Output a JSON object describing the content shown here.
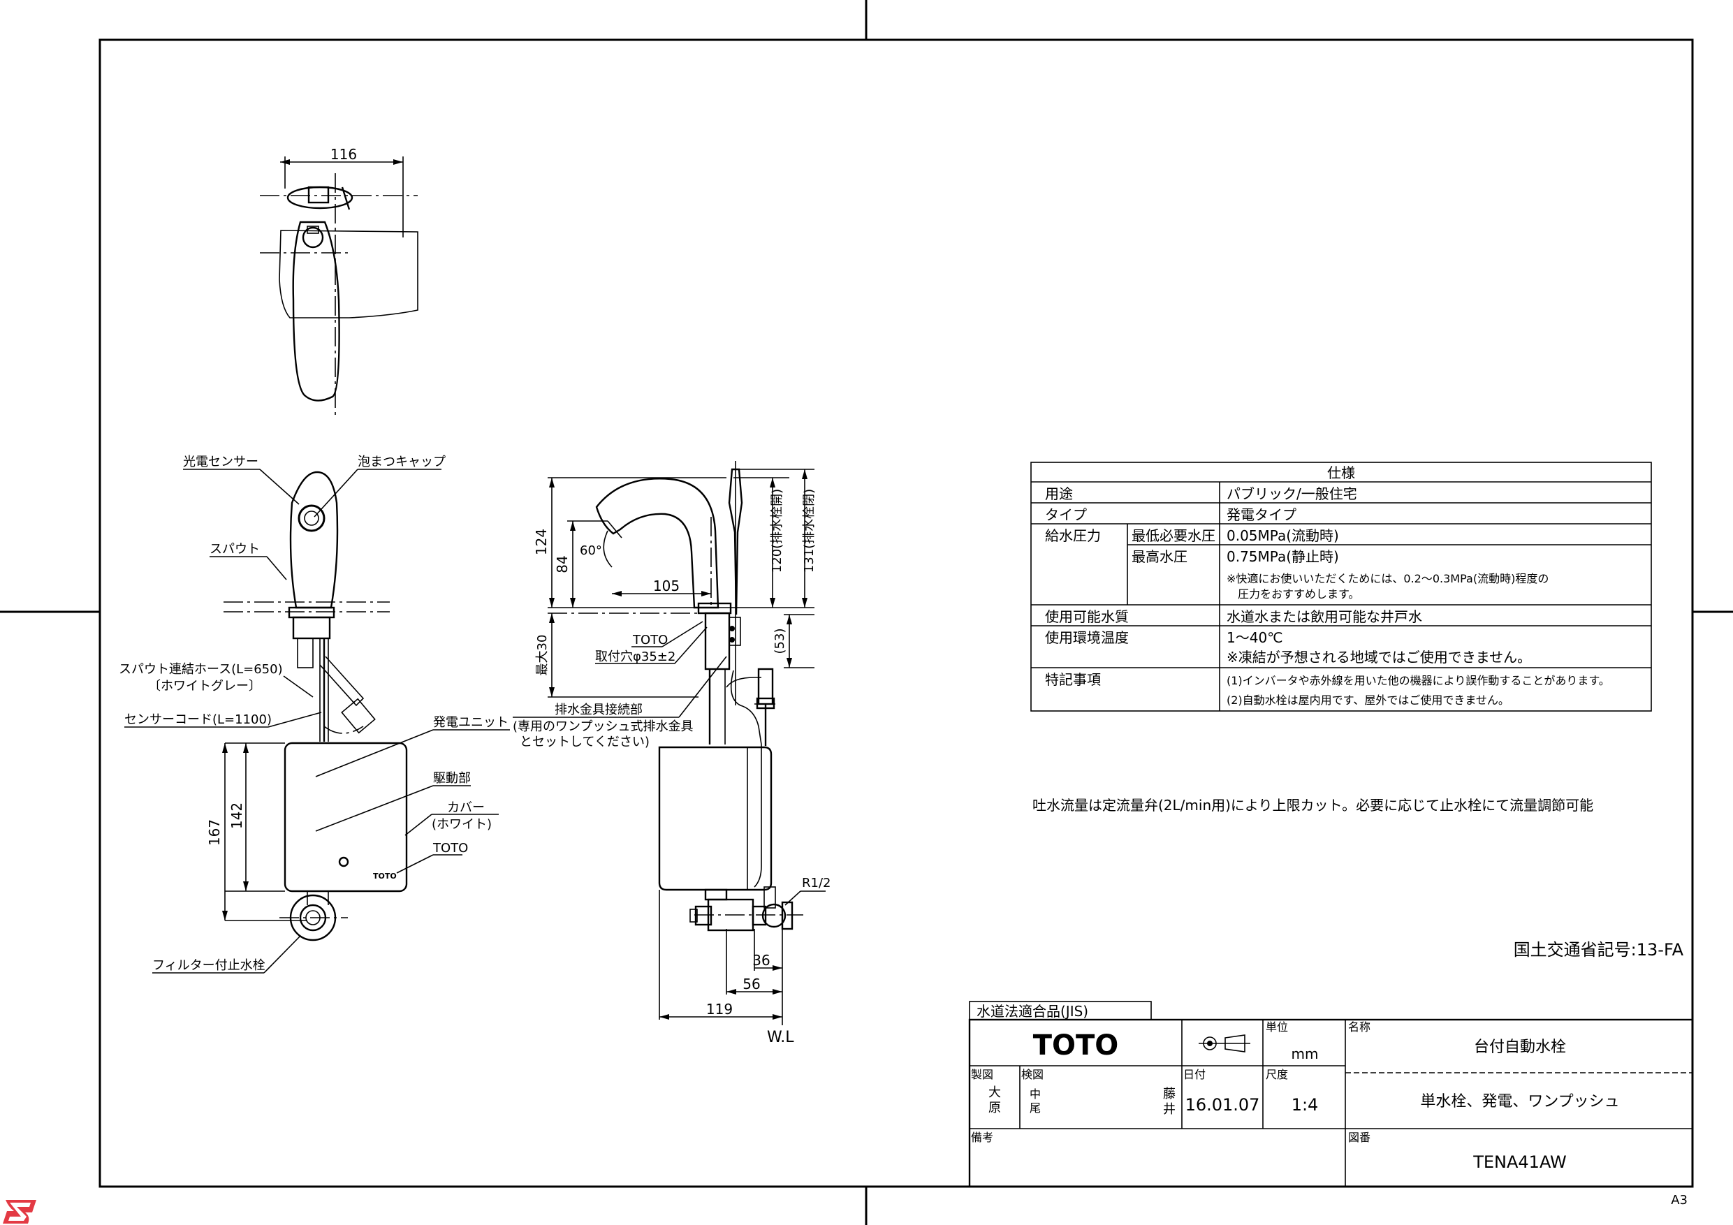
{
  "labels": {
    "dim_116": "116",
    "photo_sensor": "光電センサー",
    "foam_cap": "泡まつキャップ",
    "spout": "スパウト",
    "spout_hose_1": "スパウト連結ホース(L=650)",
    "spout_hose_2": "〔ホワイトグレー〕",
    "sensor_cord": "センサーコード(L=1100)",
    "generator_unit": "発電ユニット",
    "drive_unit": "駆動部",
    "cover_1": "カバー",
    "cover_2": "(ホワイト)",
    "toto_mark": "TOTO",
    "filter_valve": "フィルター付止水栓",
    "dim_167": "167",
    "dim_142": "142",
    "drain_1": "排水金具接続部",
    "drain_2": "(専用のワンプッシュ式排水金具",
    "drain_3": "とセットしてください)",
    "dim_124": "124",
    "dim_84": "84",
    "dim_60deg": "60°",
    "dim_105": "105",
    "dim_120": "120(排水栓開)",
    "dim_131": "131(排水栓閉)",
    "dim_max30": "最大30",
    "toto_side": "TOTO",
    "mount_hole": "取付穴φ35±2",
    "dim_53": "(53)",
    "r12": "R1/2",
    "dim_36": "36",
    "dim_56": "56",
    "dim_119": "119",
    "wl": "W.L"
  },
  "spec_table": {
    "title": "仕様",
    "rows": [
      {
        "label": "用途",
        "sub": "",
        "value": "パブリック/一般住宅"
      },
      {
        "label": "タイプ",
        "sub": "",
        "value": "発電タイプ"
      },
      {
        "label": "給水圧力",
        "sub": "最低必要水圧",
        "value": "0.05MPa(流動時)"
      },
      {
        "label": "",
        "sub": "最高水圧",
        "value": "0.75MPa(静止時)"
      }
    ],
    "pressure_note_1": "※快適にお使いいただくためには、0.2〜0.3MPa(流動時)程度の",
    "pressure_note_2": "圧力をおすすめします。",
    "water_label": "使用可能水質",
    "water_value": "水道水または飲用可能な井戸水",
    "temp_label": "使用環境温度",
    "temp_value": "1〜40℃",
    "temp_note": "※凍結が予想される地域ではご使用できません。",
    "notes_label": "特記事項",
    "note_1": "(1)インバータや赤外線を用いた他の機器により誤作動することがあります。",
    "note_2": "(2)自動水栓は屋内用です、屋外ではご使用できません。"
  },
  "flow_note": "吐水流量は定流量弁(2L/min用)により上限カット。必要に応じて止水栓にて流量調節可能",
  "mlit_code": "国土交通省記号:13-FA",
  "title_block": {
    "jis": "水道法適合品(JIS)",
    "brand": "TOTO",
    "unit_label": "単位",
    "unit_value": "mm",
    "name_label": "名称",
    "name_value": "台付自動水栓",
    "drawn_label": "製図",
    "drawn_1": "大",
    "drawn_2": "原",
    "checked_label": "検図",
    "checked_1": "中",
    "checked_2": "尾",
    "checked_3": "藤",
    "checked_4": "井",
    "date_label": "日付",
    "date_value": "16.01.07",
    "scale_label": "尺度",
    "scale_value": "1:4",
    "desc_value": "単水栓、発電、ワンプッシュ",
    "remarks_label": "備考",
    "dwg_label": "図番",
    "dwg_value": "TENA41AW"
  },
  "sheet_size": "A3"
}
